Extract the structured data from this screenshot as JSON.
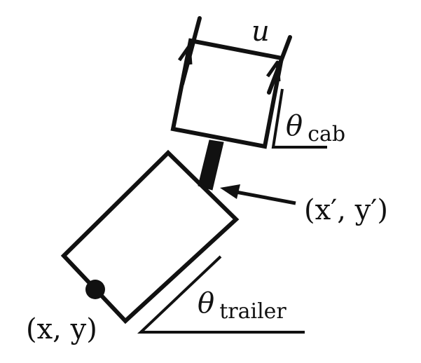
{
  "diagram": {
    "stroke_color": "#111111",
    "background": "#ffffff",
    "labels": {
      "input": "u",
      "theta_cab_symbol": "θ",
      "theta_cab_subscript": "cab",
      "hitch_point": "(x′, y′)",
      "theta_trailer_symbol": "θ",
      "theta_trailer_subscript": "trailer",
      "trailer_point": "(x, y)"
    }
  }
}
